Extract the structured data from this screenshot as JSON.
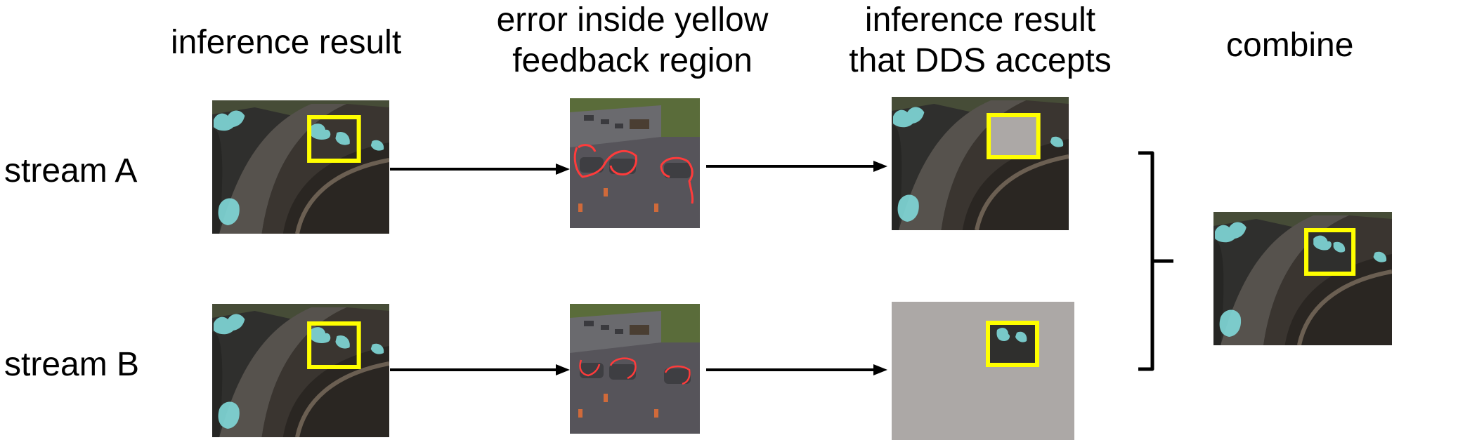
{
  "headers": {
    "col1": "inference result",
    "col2_line1": "error inside yellow",
    "col2_line2": "feedback region",
    "col3_line1": "inference result",
    "col3_line2": "that DDS accepts",
    "col4": "combine"
  },
  "rows": {
    "a": "stream A",
    "b": "stream B"
  },
  "colors": {
    "feedback_box": "#ffff00",
    "detection": "#7fd6d6",
    "error_outline": "#ff3b3b",
    "masked": "#aca8a6",
    "road": "#4a4a48",
    "grass": "#4b5a30"
  }
}
